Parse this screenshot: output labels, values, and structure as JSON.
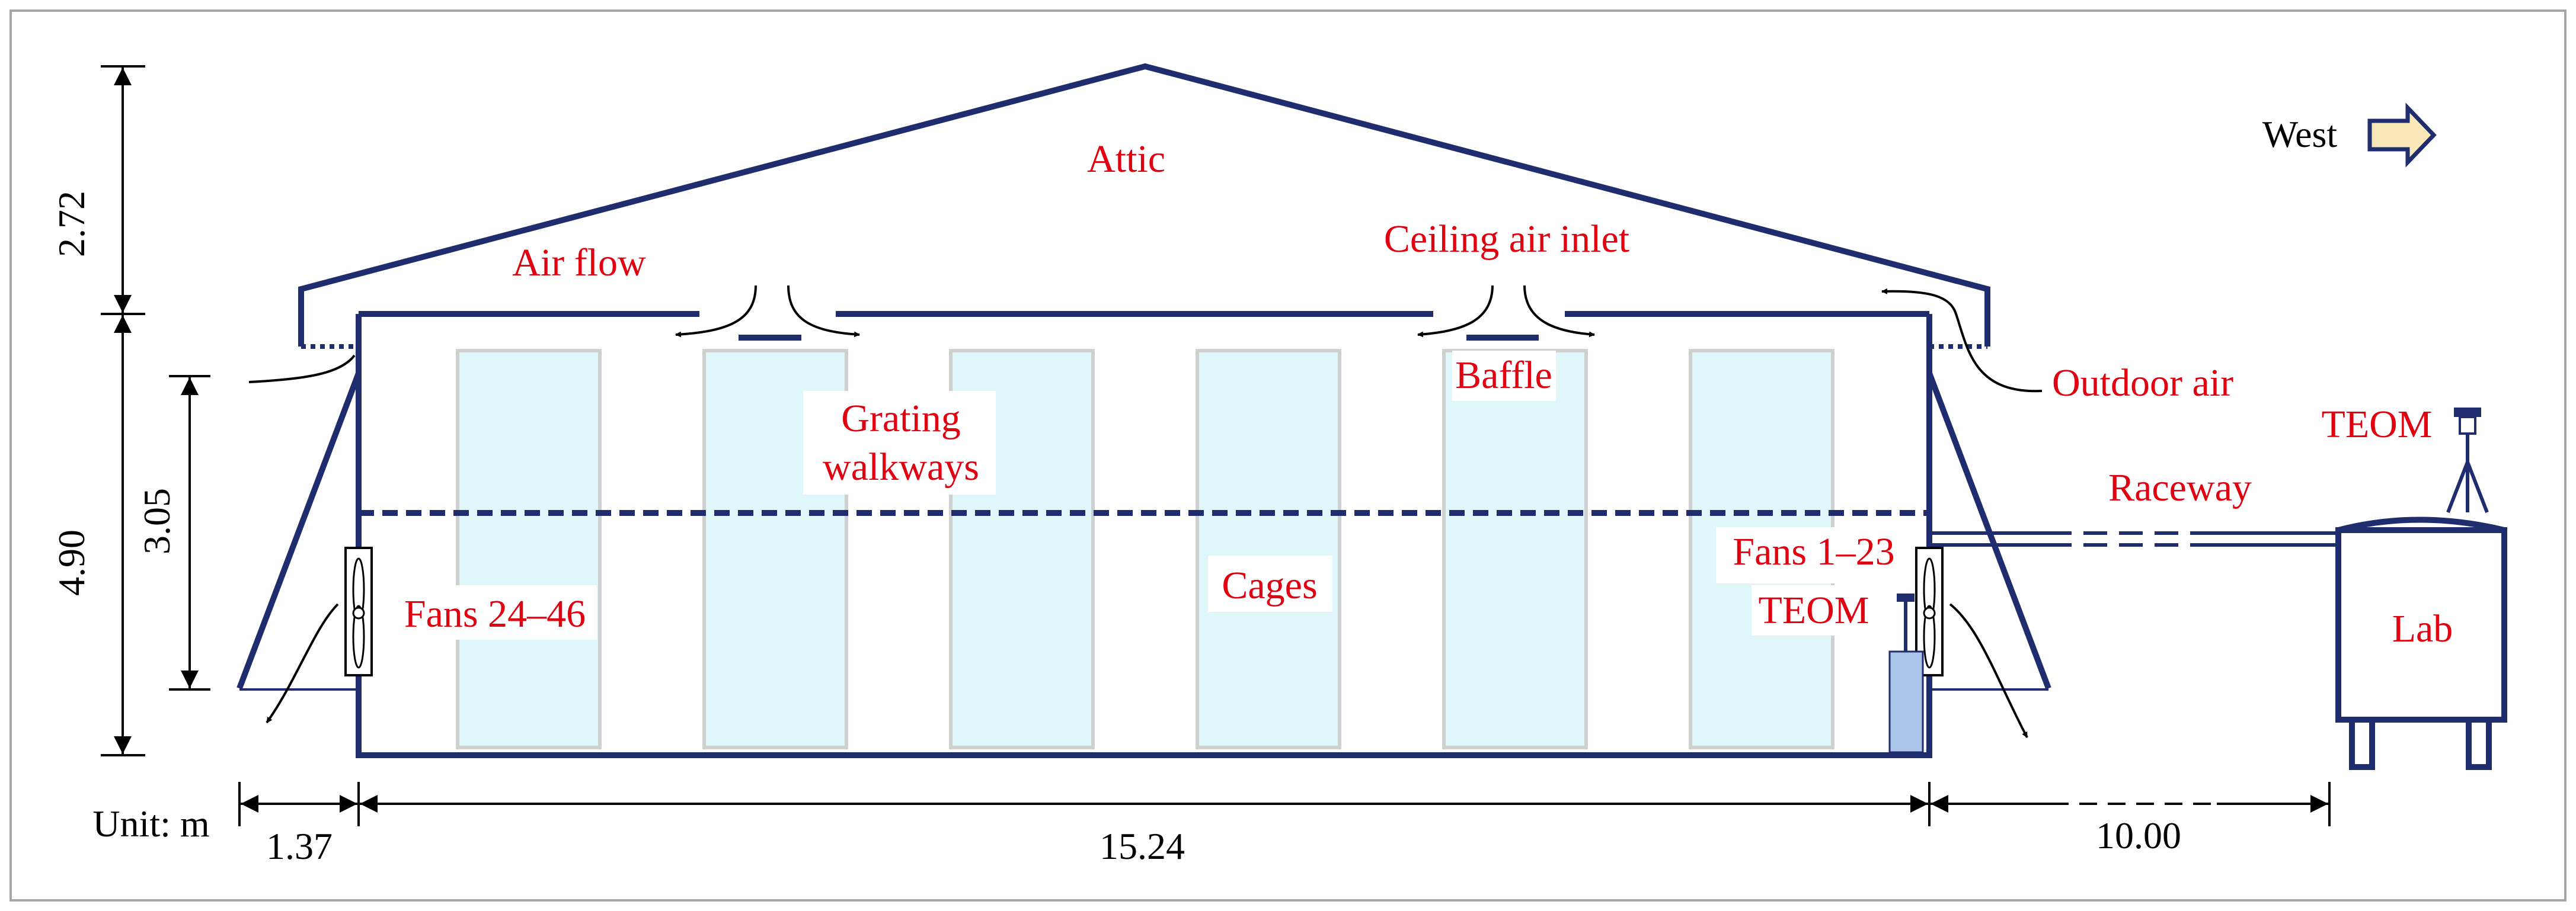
{
  "labels": {
    "attic": "Attic",
    "air_flow": "Air flow",
    "ceiling_air_inlet": "Ceiling air inlet",
    "baffle": "Baffle",
    "outdoor_air": "Outdoor air",
    "grating_line1": "Grating",
    "grating_line2": "walkways",
    "cages": "Cages",
    "fans_left": "Fans 24–46",
    "fans_right": "Fans 1–23",
    "teom_inside": "TEOM",
    "teom_lab": "TEOM",
    "raceway": "Raceway",
    "lab": "Lab",
    "west": "West",
    "unit": "Unit: m"
  },
  "dimensions": {
    "attic_height": "2.72",
    "wall_height": "4.90",
    "cage_height": "3.05",
    "left_offset": "1.37",
    "house_width": "15.24",
    "lab_distance": "10.00"
  },
  "colors": {
    "structure": "#1f2d6e",
    "label_text": "#e0000f",
    "cage_fill": "#dff6fa",
    "teom_box": "#a9c4e8",
    "west_arrow_fill": "#fbe8b8"
  }
}
